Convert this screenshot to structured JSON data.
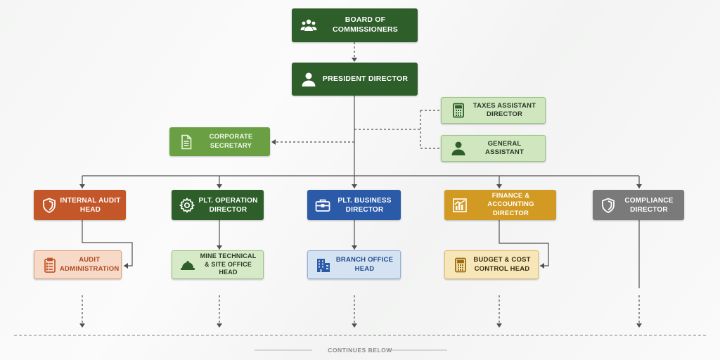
{
  "colors": {
    "board": "#2e5e2a",
    "president": "#2e5e2a",
    "corporate_secretary": "#6aa043",
    "staff_light": "#cfe6bf",
    "audit": "#c4572a",
    "audit_light": "#f6d9c6",
    "operation": "#2e5e2a",
    "operation_light": "#d6eac7",
    "business": "#2a5aa8",
    "business_light": "#d4e2f2",
    "finance": "#d29a22",
    "finance_light": "#f7e6b8",
    "compliance": "#7a7a7a",
    "connector": "#505050"
  },
  "nodes": {
    "board": {
      "label": "BOARD OF COMMISSIONERS",
      "icon": "people-icon"
    },
    "president": {
      "label": "PRESIDENT DIRECTOR",
      "icon": "person-icon"
    },
    "taxes_assistant": {
      "label": "TAXES ASSISTANT DIRECTOR",
      "icon": "calculator-icon"
    },
    "general_assistant": {
      "label": "GENERAL ASSISTANT",
      "icon": "person-icon"
    },
    "corporate_secretary": {
      "label": "CORPORATE SECRETARY",
      "icon": "document-icon"
    },
    "internal_audit": {
      "label": "INTERNAL AUDIT HEAD",
      "icon": "shield-icon"
    },
    "audit_admin": {
      "label": "AUDIT ADMINISTRATION",
      "icon": "clipboard-icon"
    },
    "operation": {
      "label": "PLT. OPERATION DIRECTOR",
      "icon": "gear-icon"
    },
    "mine_technical": {
      "label": "MINE TECHNICAL & SITE OFFICE HEAD",
      "icon": "hardhat-icon"
    },
    "business": {
      "label": "PLT. BUSINESS DIRECTOR",
      "icon": "briefcase-icon"
    },
    "branch_office": {
      "label": "BRANCH OFFICE HEAD",
      "icon": "building-icon"
    },
    "finance": {
      "label": "FINANCE & ACCOUNTING DIRECTOR",
      "icon": "bar-chart-icon"
    },
    "budget": {
      "label": "BUDGET & COST CONTROL HEAD",
      "icon": "calculator-icon"
    },
    "compliance": {
      "label": "COMPLIANCE DIRECTOR",
      "icon": "shield-icon"
    }
  },
  "footer": {
    "continues_label": "CONTINUES BELOW"
  }
}
